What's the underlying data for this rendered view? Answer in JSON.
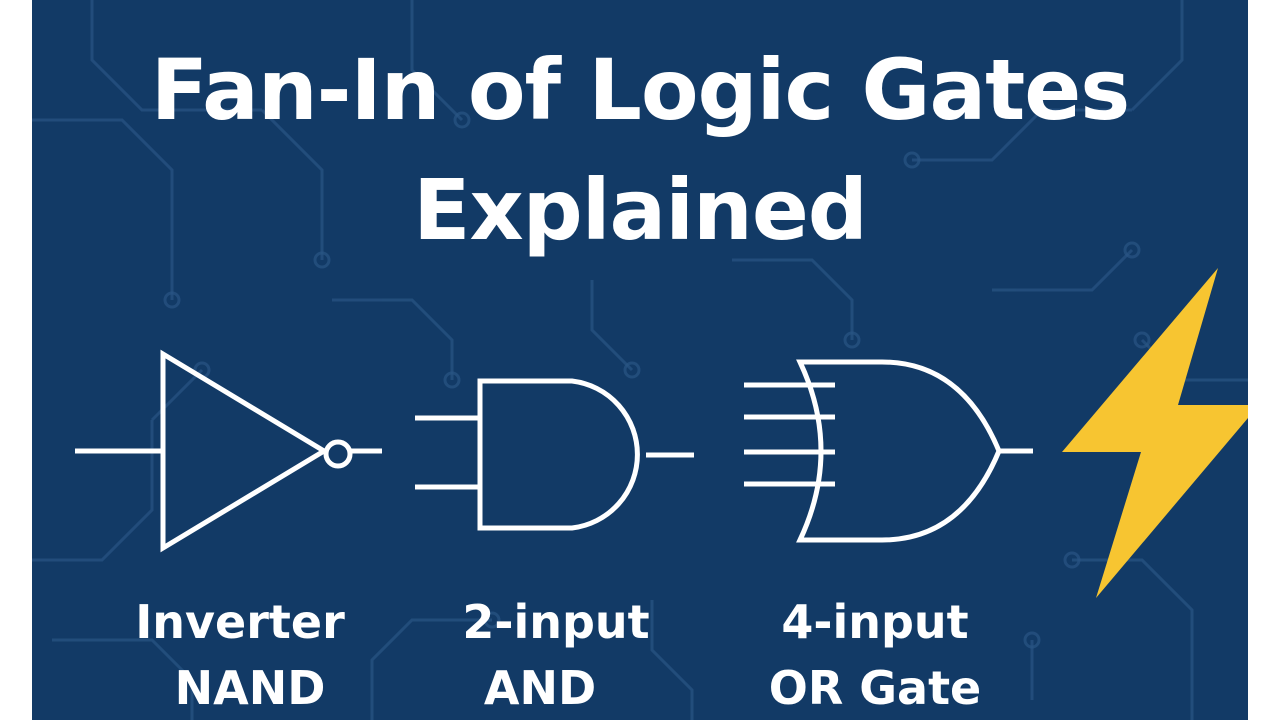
{
  "title": {
    "line1": "Fan-In of Logic Gates",
    "line2": "Explained"
  },
  "gates": [
    {
      "id": "inverter",
      "label_line1": "Inverter",
      "label_line2": "NAND",
      "inputs": 1,
      "icon": "inverter-gate-icon"
    },
    {
      "id": "and",
      "label_line1": "2-input",
      "label_line2": "AND",
      "inputs": 2,
      "icon": "and-gate-icon"
    },
    {
      "id": "or",
      "label_line1": "4-input",
      "label_line2": "OR Gate",
      "inputs": 4,
      "icon": "or-gate-icon"
    }
  ],
  "decoration": {
    "icon": "lightning-bolt-icon",
    "color": "#f7c531"
  },
  "colors": {
    "background": "#123a66",
    "circuit_lines": "#2a5585",
    "foreground": "#ffffff",
    "accent": "#f7c531"
  }
}
